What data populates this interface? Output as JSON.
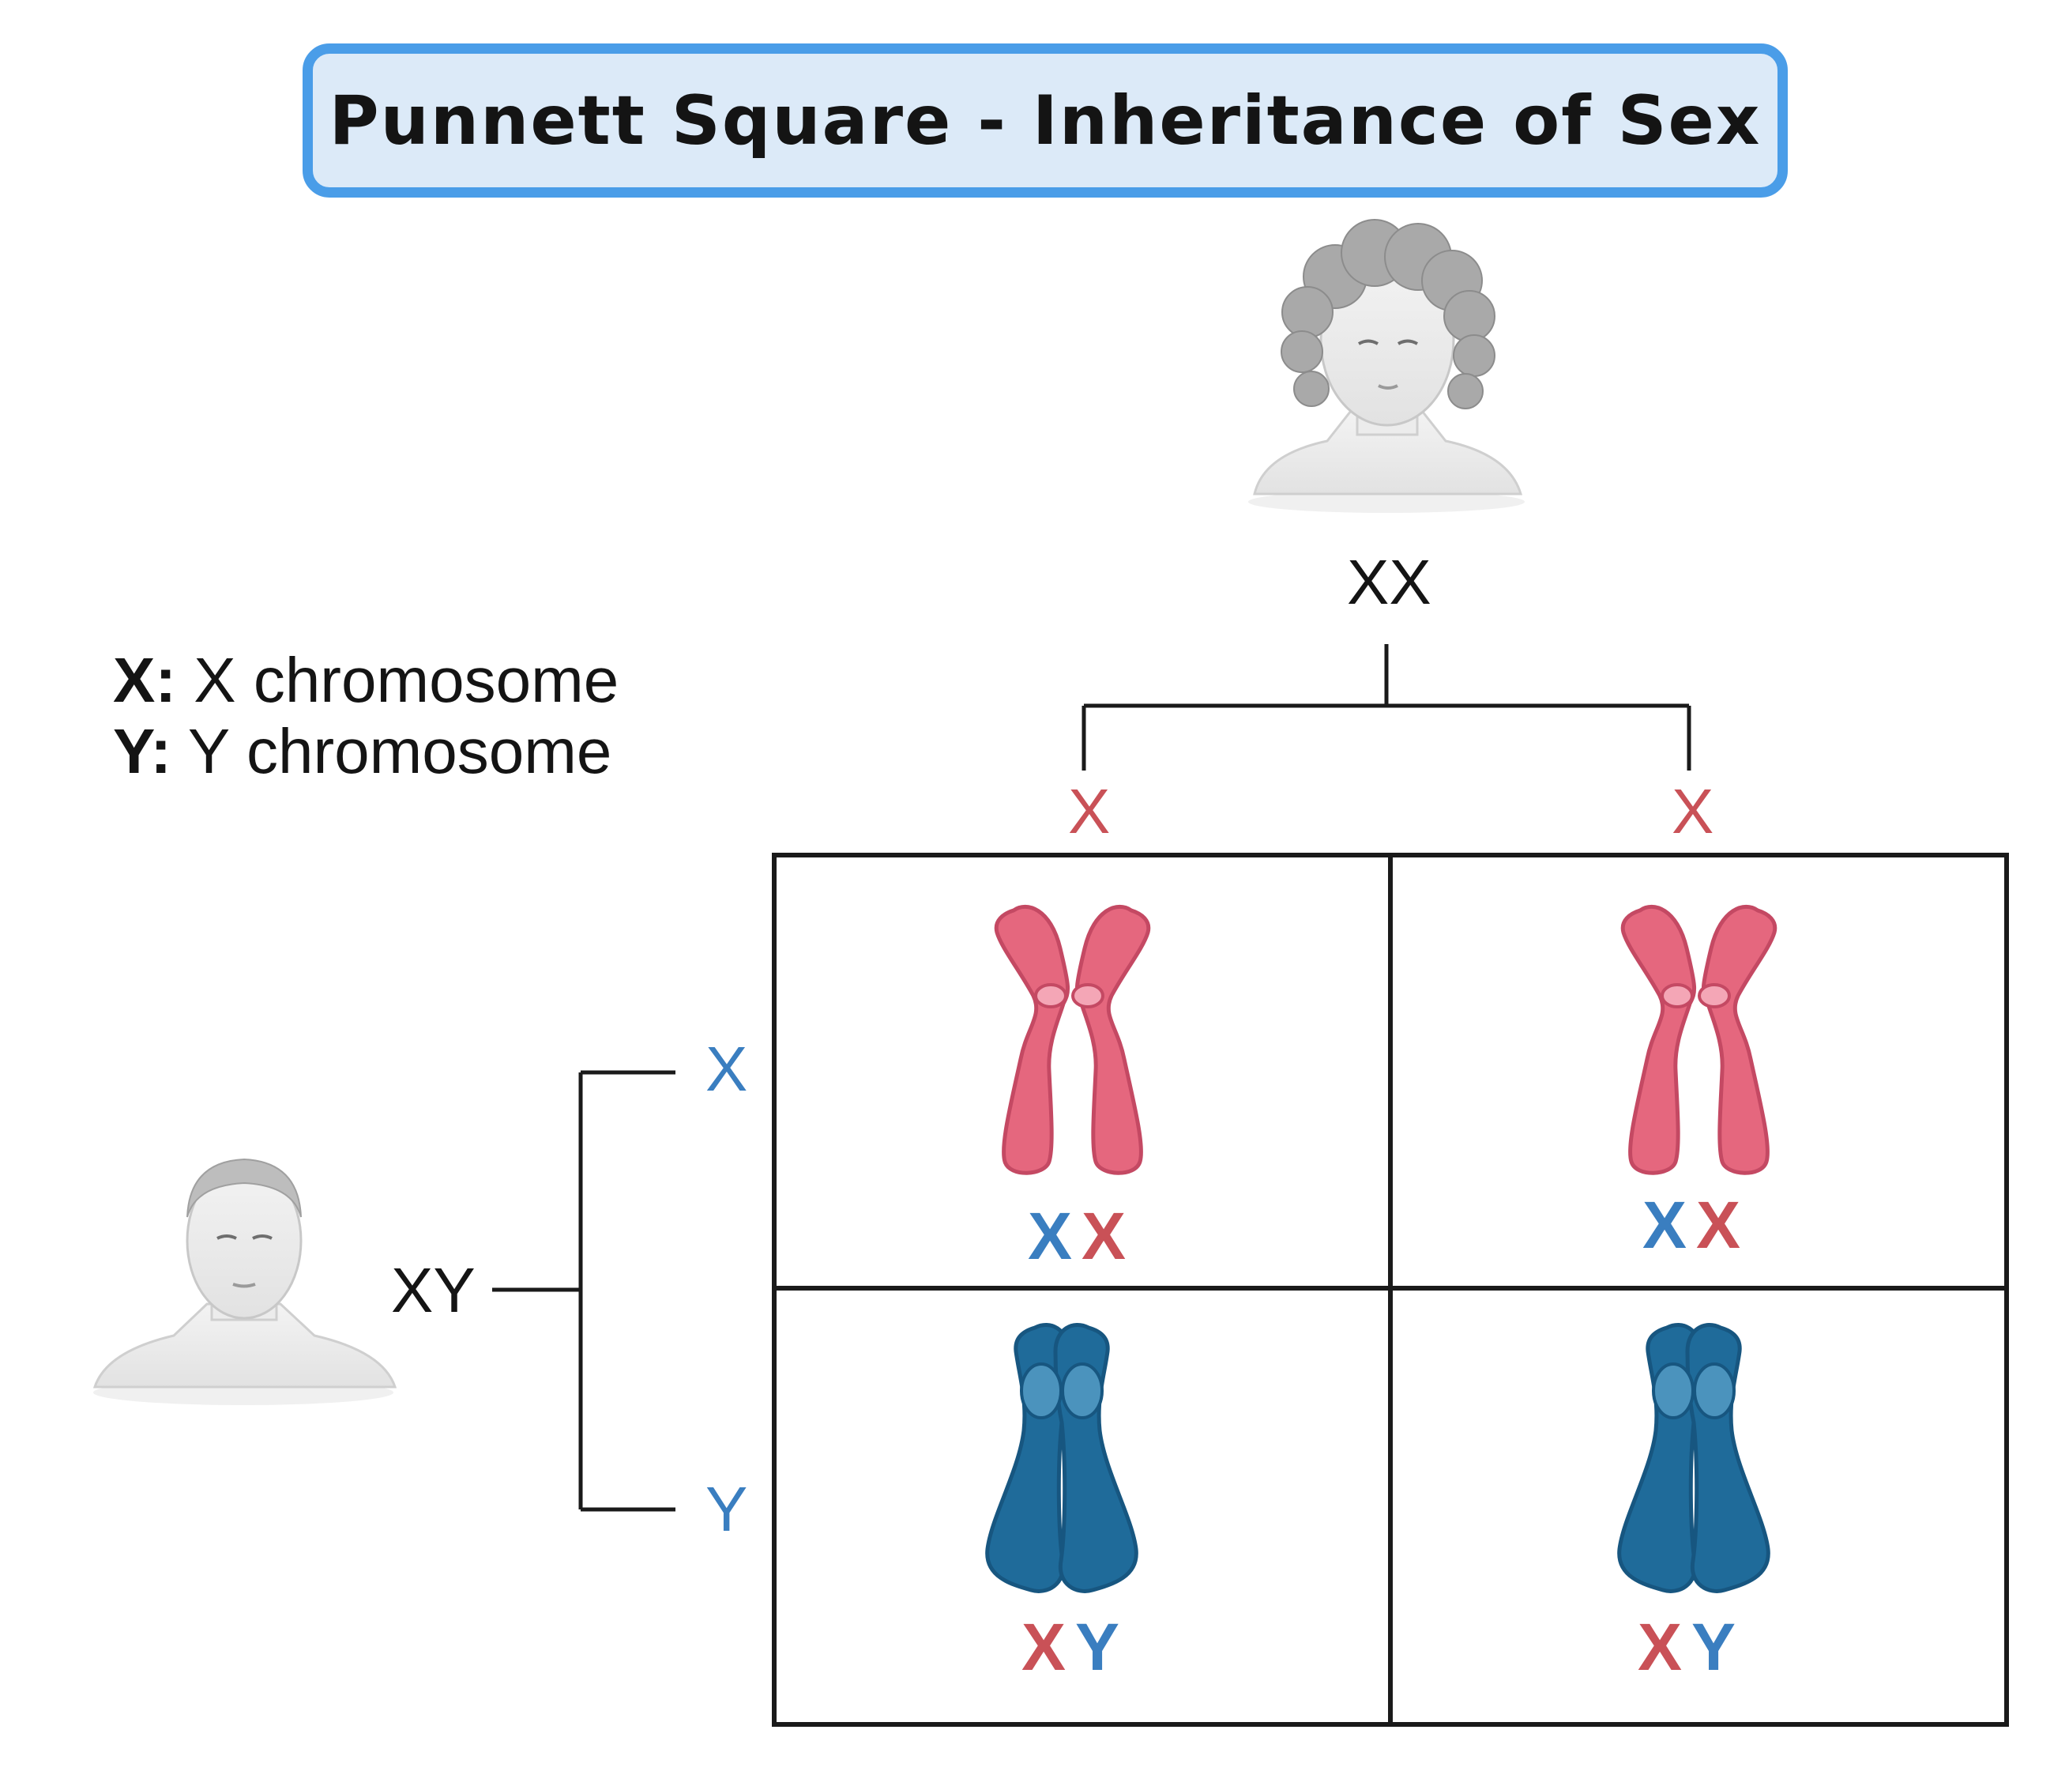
{
  "title": "Punnett Square - Inheritance of  Sex",
  "legend": [
    {
      "key": "X:",
      "text": " X chromosome"
    },
    {
      "key": "Y:",
      "text": " Y chromosome"
    }
  ],
  "mother": {
    "genotype": "XX",
    "gametes": [
      "X",
      "X"
    ]
  },
  "father": {
    "genotype": "XY",
    "gametes": [
      "X",
      "Y"
    ]
  },
  "cells": [
    {
      "first": "X",
      "second": "X"
    },
    {
      "first": "X",
      "second": "X"
    },
    {
      "first": "X",
      "second": "Y"
    },
    {
      "first": "X",
      "second": "Y"
    }
  ],
  "colors": {
    "maternal_x": "#c95157",
    "paternal": "#3a7ec0",
    "x_chromosome": "#e5677e",
    "y_chromosome": "#1f6b9a",
    "title_border": "#4a9de8",
    "title_fill": "#dceaf8"
  }
}
